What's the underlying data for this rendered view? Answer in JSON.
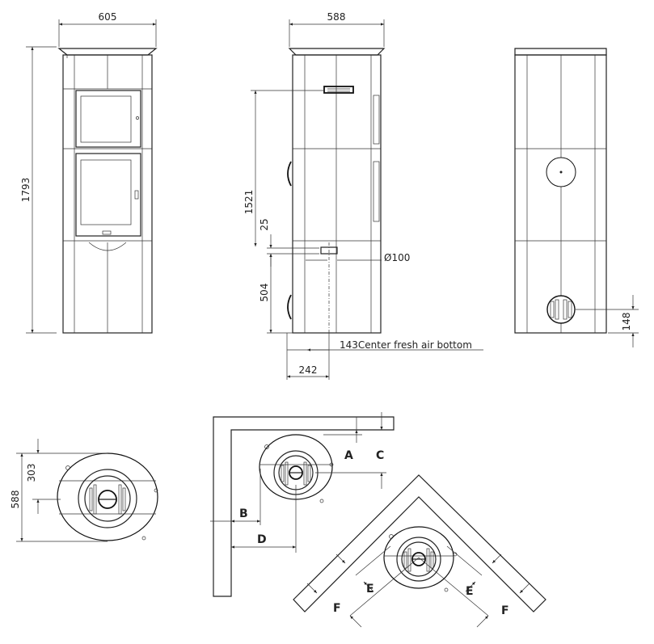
{
  "front_view": {
    "width_dim": "605",
    "height_dim": "1793"
  },
  "side_view": {
    "width_dim": "588",
    "height_dim": "1521",
    "offset_dim": "25",
    "lower_height_dim": "504",
    "diameter_dim": "Ø100",
    "fresh_air_note": "143Center fresh air bottom",
    "depth_dim": "242"
  },
  "back_view": {
    "vent_height_dim": "148"
  },
  "top_view": {
    "depth_dim": "588",
    "half_depth_dim": "303"
  },
  "wall_clearance": {
    "labels": [
      "A",
      "B",
      "C",
      "D"
    ]
  },
  "corner_clearance": {
    "labels": [
      "E",
      "E",
      "F",
      "F"
    ]
  }
}
